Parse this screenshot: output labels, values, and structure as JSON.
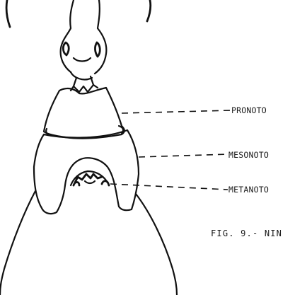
{
  "labels": {
    "pronoto": "PRONOTO",
    "mesonoto": "MESONOTO",
    "metanoto": "METANOTO"
  },
  "caption": "FIG. 9.- NIN",
  "colors": {
    "ink": "#111111",
    "background": "#ffffff"
  }
}
